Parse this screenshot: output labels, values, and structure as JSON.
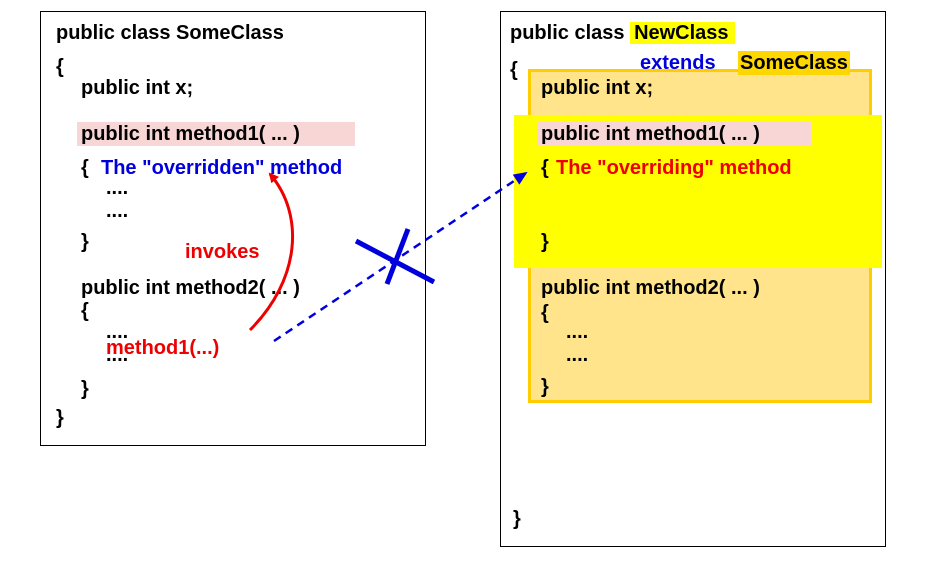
{
  "left": {
    "class_decl": "public class SomeClass",
    "open_brace": "{",
    "field": "public  int x;",
    "method1_sig": "public int method1( ... )",
    "method1_open": "{",
    "overridden_label": "The \"overridden\" method",
    "dots1": "....",
    "dots2": "....",
    "method1_close": "}",
    "method2_sig": "public int method2( ... )",
    "method2_open": "{",
    "dots3": "....",
    "call": "method1(...)",
    "dots4": "....",
    "method2_close": "}",
    "close_brace": "}"
  },
  "right": {
    "class_prefix": "public class ",
    "class_name": "NewClass",
    "extends_kw": "extends",
    "superclass": "SomeClass",
    "open_brace": "{",
    "field": "public  int x;",
    "method1_sig": "public int method1( ... )",
    "method1_open": "{",
    "overriding_label": "The \"overriding\" method",
    "method1_close": "}",
    "method2_sig": "public int method2( ... )",
    "method2_open": "{",
    "dots1": "....",
    "dots2": "....",
    "method2_close": "}",
    "close_brace": "}"
  },
  "annotation": {
    "invokes": "invokes"
  },
  "colors": {
    "blue": "#0000dd",
    "red": "#ee0000",
    "pink_highlight": "#f8d6d6",
    "yellow_highlight": "#ffff00",
    "gold_highlight": "#ffd700",
    "inherited_fill": "#ffe48c",
    "inherited_border": "#ffcc00"
  }
}
